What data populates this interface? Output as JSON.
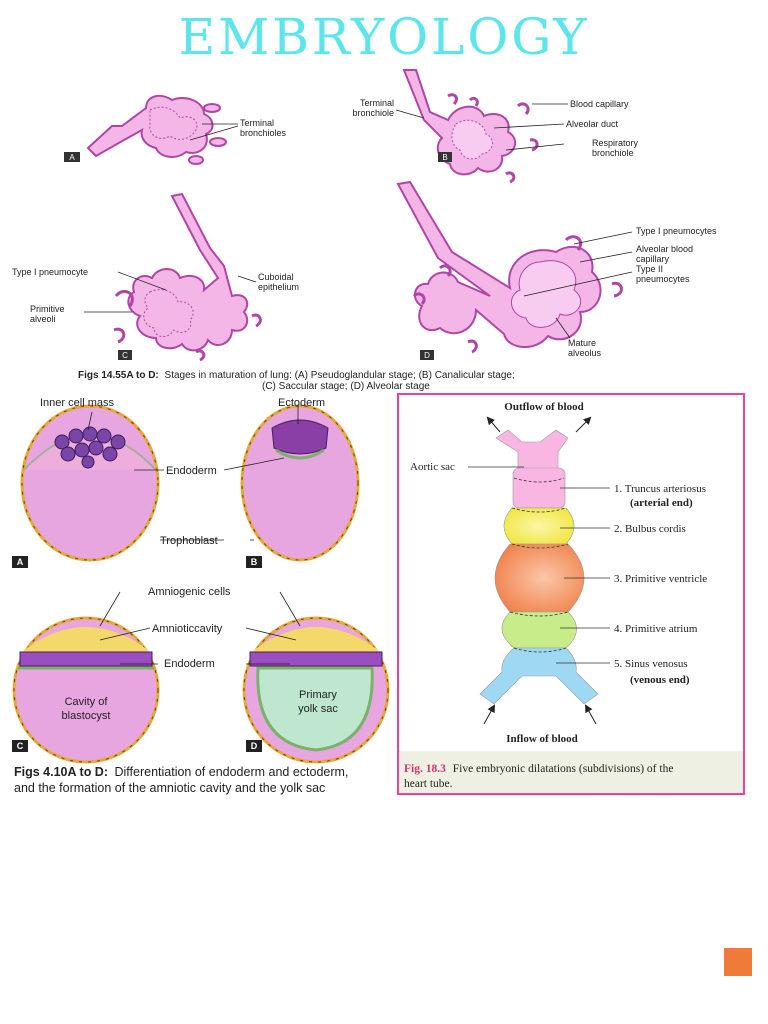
{
  "page": {
    "title": "EMBRYOLOGY"
  },
  "lung_figure": {
    "panel_a": {
      "letter": "A",
      "label": "Terminal bronchioles"
    },
    "panel_b": {
      "letter": "B",
      "labels": [
        "Terminal bronchiole",
        "Blood capillary",
        "Alveolar duct",
        "Respiratory bronchiole"
      ]
    },
    "panel_c": {
      "letter": "C",
      "labels": [
        "Type I pneumocyte",
        "Cuboidal epithelium",
        "Primitive alveoli"
      ]
    },
    "panel_d": {
      "letter": "D",
      "labels": [
        "Type I pneumocytes",
        "Alveolar blood capillary",
        "Type II pneumocytes",
        "Mature alveolus"
      ]
    },
    "caption_bold": "Figs 14.55A to D:",
    "caption_line1": "Stages in maturation of lung: (A) Pseudoglandular stage; (B) Canalicular stage;",
    "caption_line2": "(C) Saccular stage; (D) Alveolar stage"
  },
  "blastocyst_figure": {
    "labels": {
      "inner_cell_mass": "Inner cell mass",
      "ectoderm": "Ectoderm",
      "endoderm": "Endoderm",
      "trophoblast": "Trophoblast",
      "amniogenic_cells": "Amniogenic cells",
      "amniotic_cavity": "Amnioticcavity",
      "endoderm_2": "Endoderm",
      "cavity_line1": "Cavity of",
      "cavity_line2": "blastocyst",
      "yolk_line1": "Primary",
      "yolk_line2": "yolk sac"
    },
    "letters": [
      "A",
      "B",
      "C",
      "D"
    ],
    "caption_bold": "Figs 4.10A to D:",
    "caption_line1": "Differentiation of endoderm and ectoderm,",
    "caption_line2": "and the formation of the amniotic cavity and the yolk sac"
  },
  "heart_figure": {
    "outflow": "Outflow of blood",
    "inflow": "Inflow of blood",
    "aortic_sac": "Aortic sac",
    "parts": [
      {
        "label": "1. Truncus arteriosus",
        "sub": "(arterial end)",
        "color": "#f9b6e3"
      },
      {
        "label": "2. Bulbus cordis",
        "sub": "",
        "color": "#f6ee62"
      },
      {
        "label": "3. Primitive ventricle",
        "sub": "",
        "color": "#f5a06e"
      },
      {
        "label": "4. Primitive atrium",
        "sub": "",
        "color": "#c9ec8a"
      },
      {
        "label": "5. Sinus venosus",
        "sub": "(venous end)",
        "color": "#9fd8f2"
      }
    ],
    "caption_fig": "Fig. 18.3",
    "caption_line1": "Five embryonic dilatations (subdivisions) of the",
    "caption_line2": "heart tube."
  },
  "colors": {
    "title": "#5fe4ee",
    "border": "#e2459a",
    "accent": "#f07a3a",
    "tissue": "#f3b6e6",
    "cell": "#b145a6"
  }
}
